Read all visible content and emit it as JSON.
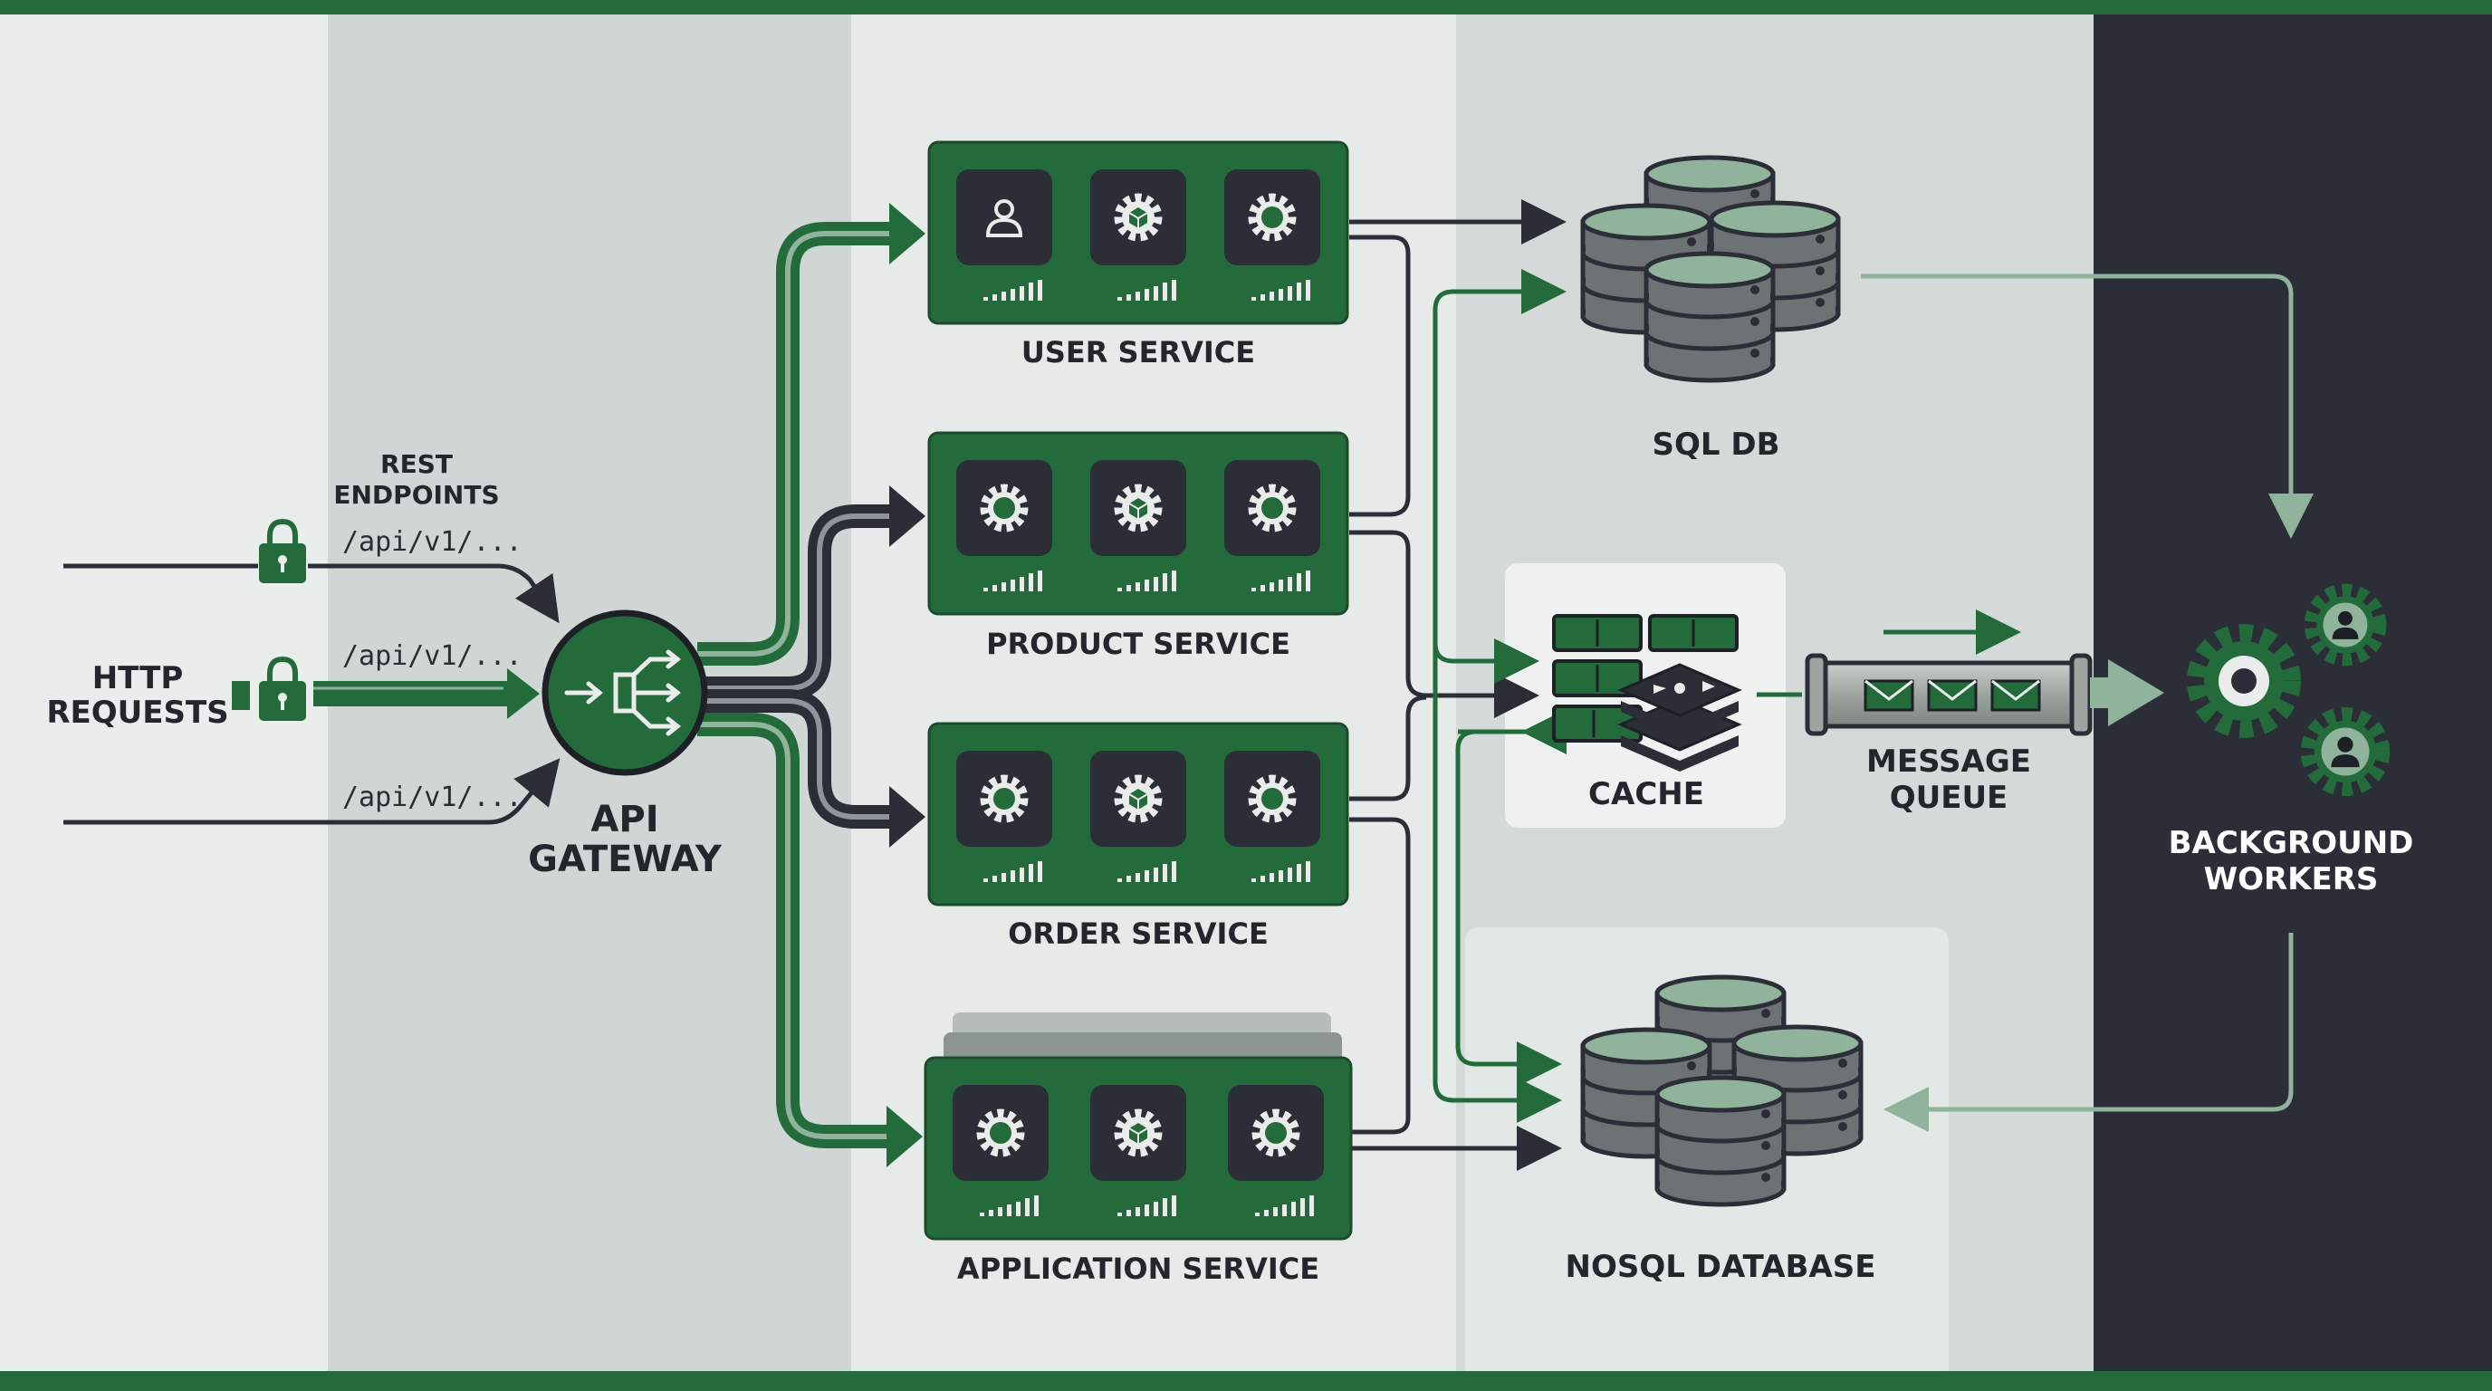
{
  "colors": {
    "accent": "#236b3b",
    "dark": "#2b2e36",
    "light_green": "#8fb39b",
    "db_gray": "#6d7275"
  },
  "client": {
    "label_line1": "HTTP",
    "label_line2": "REQUESTS",
    "rest_line1": "REST",
    "rest_line2": "ENDPOINTS",
    "route_top": "/api/v1/...",
    "route_mid": "/api/v1/...",
    "route_bottom": "/api/v1/..."
  },
  "gateway": {
    "line1": "API",
    "line2": "GATEWAY",
    "icon": "router-split-icon"
  },
  "services": [
    {
      "label": "USER SERVICE",
      "icons": [
        "user-icon",
        "gear-cube-icon",
        "gear-icon"
      ]
    },
    {
      "label": "PRODUCT SERVICE",
      "icons": [
        "gear-icon",
        "gear-cube-icon",
        "gear-icon"
      ]
    },
    {
      "label": "ORDER SERVICE",
      "icons": [
        "gear-icon",
        "gear-cube-icon",
        "gear-icon"
      ]
    },
    {
      "label": "APPLICATION SERVICE",
      "icons": [
        "gear-icon",
        "gear-cube-icon",
        "gear-icon"
      ]
    }
  ],
  "stores": {
    "sql": "SQL DB",
    "cache": "CACHE",
    "queue_line1": "MESSAGE",
    "queue_line2": "QUEUE",
    "nosql": "NOSQL DATABASE"
  },
  "workers": {
    "line1": "BACKGROUND",
    "line2": "WORKERS"
  }
}
